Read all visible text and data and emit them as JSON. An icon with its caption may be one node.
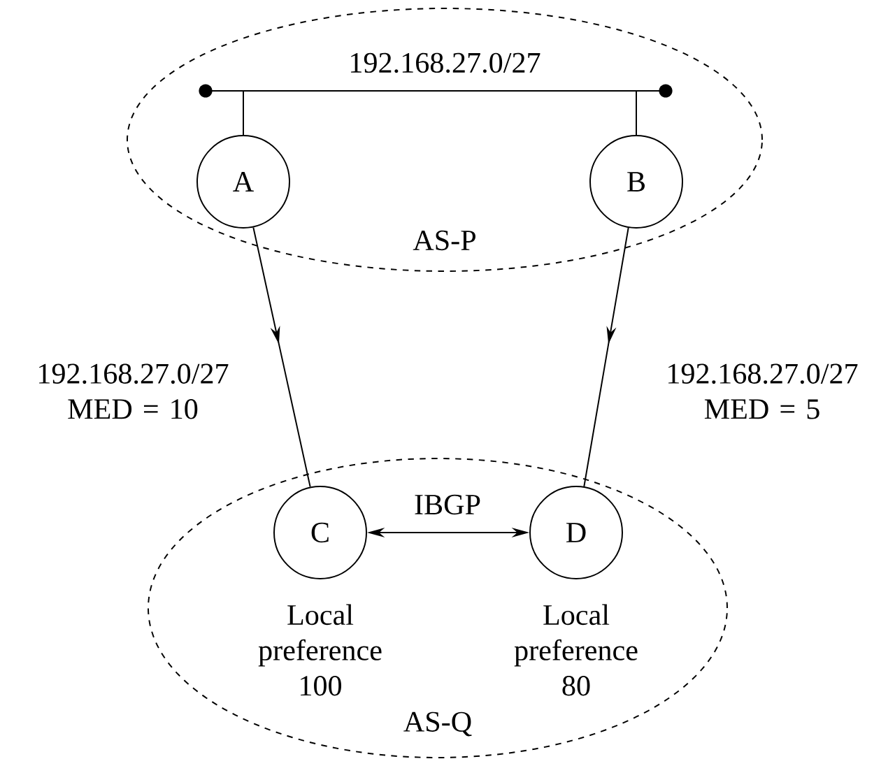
{
  "diagram": {
    "nodes": [
      {
        "text": [
          "AS-P"
        ]
      },
      {
        "text": [
          "192.168.27.0/27"
        ],
        "in": 0
      },
      {
        "text": [
          "A"
        ],
        "in": 0
      },
      {
        "text": [
          "B"
        ],
        "in": 0
      },
      {
        "text": [
          "AS-Q"
        ]
      },
      {
        "text": [
          "C"
        ],
        "in": 4,
        "beside": [
          "Local preference 100"
        ]
      },
      {
        "text": [
          "D"
        ],
        "in": 4,
        "beside": [
          "Local preference 80"
        ]
      }
    ],
    "edges": [
      {
        "from": 2,
        "to": 1,
        "arrow": "none"
      },
      {
        "from": 3,
        "to": 1,
        "arrow": "none"
      },
      {
        "from": 2,
        "to": 5,
        "arrow": "to",
        "label": "192.168.27.0/27 MED = 10"
      },
      {
        "from": 3,
        "to": 6,
        "arrow": "to",
        "label": "192.168.27.0/27 MED = 5"
      },
      {
        "from": 5,
        "to": 6,
        "arrow": "both",
        "label": "IBGP"
      }
    ]
  }
}
